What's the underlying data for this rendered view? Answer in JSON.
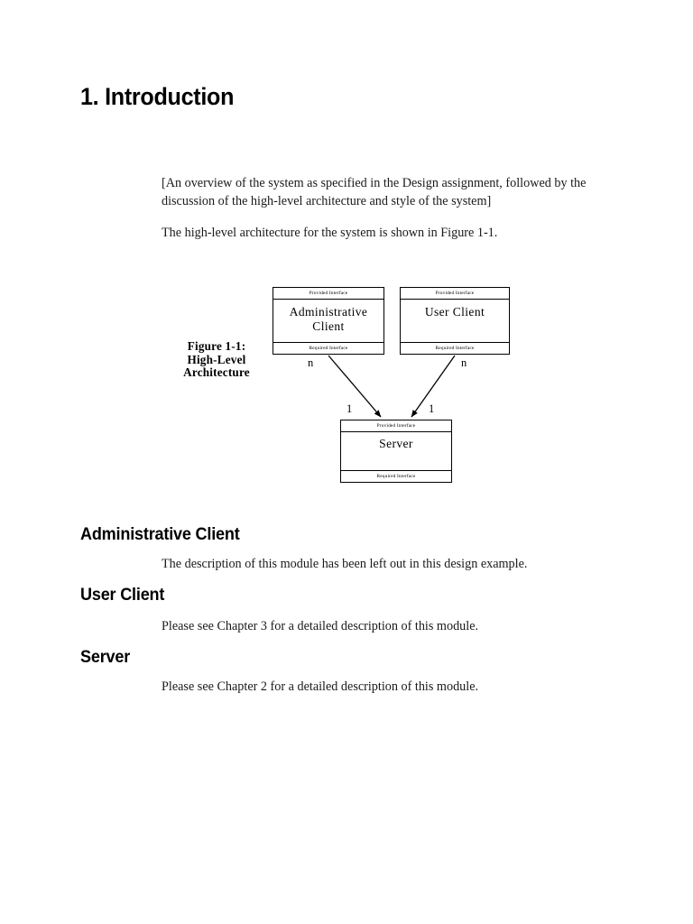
{
  "document": {
    "chapter_heading": "1. Introduction",
    "paragraphs": {
      "overview": "[An overview of the system as specified in the Design assignment, followed by the discussion of the high-level architecture and style of the system]",
      "figure_reference": "The high-level architecture for the system is shown in Figure 1-1."
    },
    "figure": {
      "caption_line1": "Figure 1-1:",
      "caption_line2": "High-Level",
      "caption_line3": "Architecture",
      "provided_interface_label": "Provided Interface",
      "required_interface_label": "Required Interface",
      "components": [
        {
          "id": "administrative-client",
          "title_line1": "Administrative",
          "title_line2": "Client"
        },
        {
          "id": "user-client",
          "title_line1": "User Client",
          "title_line2": ""
        },
        {
          "id": "server",
          "title_line1": "Server",
          "title_line2": ""
        }
      ],
      "connections": [
        {
          "from": "administrative-client",
          "to": "server",
          "source_multiplicity": "n",
          "target_multiplicity": "1"
        },
        {
          "from": "user-client",
          "to": "server",
          "source_multiplicity": "n",
          "target_multiplicity": "1"
        }
      ]
    },
    "sections": [
      {
        "heading": "Administrative Client",
        "body": "The description of this module has been left out in this design example."
      },
      {
        "heading": "User Client",
        "body": "Please see Chapter 3 for a detailed description of this module."
      },
      {
        "heading": "Server",
        "body": "Please see Chapter 2 for a detailed description of this module."
      }
    ]
  },
  "colors": {
    "page_background": "#ffffff",
    "text": "#000000",
    "body_text": "#1a1a1a",
    "diagram_stroke": "#000000"
  }
}
